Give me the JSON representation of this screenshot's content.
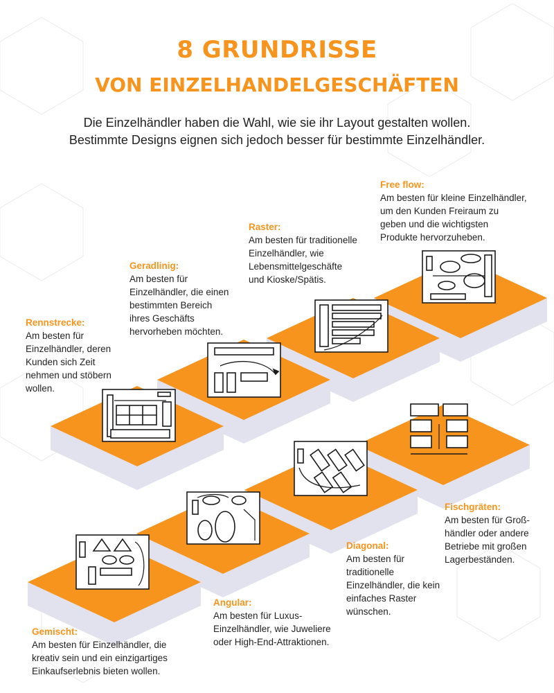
{
  "header": {
    "title_line1": "8 GRUNDRISSE",
    "title_line2": "VON EINZELHANDELGESCHÄFTEN"
  },
  "intro": {
    "line1": "Die Einzelhändler haben die Wahl, wie sie ihr Layout gestalten wollen.",
    "line2": "Bestimmte Designs eignen sich jedoch besser für bestimmte Einzelhändler."
  },
  "layouts": [
    {
      "title": "Rennstrecke:",
      "desc": [
        "Am besten für",
        "Einzelhändler, deren",
        "Kunden sich Zeit",
        "nehmen und stöbern",
        "wollen."
      ]
    },
    {
      "title": "Geradlinig:",
      "desc": [
        "Am besten für",
        "Einzelhändler, die einen",
        "bestimmten Bereich",
        "ihres Geschäfts",
        "hervorheben möchten."
      ]
    },
    {
      "title": "Raster:",
      "desc": [
        "Am besten für traditionelle",
        "Einzelhändler, wie",
        "Lebensmittelgeschäfte",
        "und Kioske/Spätis."
      ]
    },
    {
      "title": "Free flow:",
      "desc": [
        "Am besten für kleine Einzelhändler,",
        "um den Kunden Freiraum zu",
        "geben und die wichtigsten",
        "Produkte hervorzuheben."
      ]
    },
    {
      "title": "Fischgräten:",
      "desc": [
        "Am besten für Groß-",
        "händler oder andere",
        "Betriebe mit großen",
        "Lagerbeständen."
      ]
    },
    {
      "title": "Diagonal:",
      "desc": [
        "Am besten für",
        "traditionelle",
        "Einzelhändler, die kein",
        "einfaches Raster",
        "wünschen."
      ]
    },
    {
      "title": "Angular:",
      "desc": [
        "Am besten für Luxus-",
        "Einzelhändler, wie Juweliere",
        "oder High-End-Attraktionen."
      ]
    },
    {
      "title": "Gemischt:",
      "desc": [
        "Am besten für Einzelhändler, die",
        "kreativ sein und ein einzigartiges",
        "Einkaufserlebnis bieten wollen."
      ]
    }
  ],
  "colors": {
    "accent": "#f7941d",
    "platform_side": "#ececf6",
    "ink": "#222222"
  }
}
